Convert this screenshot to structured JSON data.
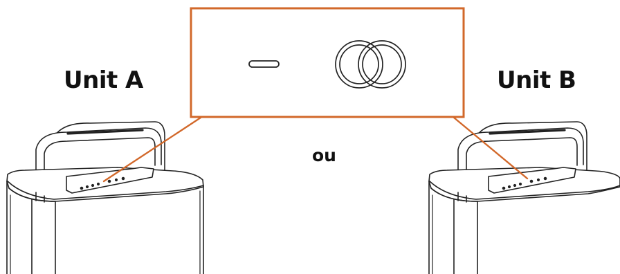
{
  "labels": {
    "unit_a": "Unit A",
    "unit_b": "Unit B",
    "or_text": "ou"
  },
  "colors": {
    "callout": "#d2682a",
    "line": "#222222"
  },
  "icons": {
    "left": "minus-button-icon",
    "right": "linked-rings-icon"
  }
}
